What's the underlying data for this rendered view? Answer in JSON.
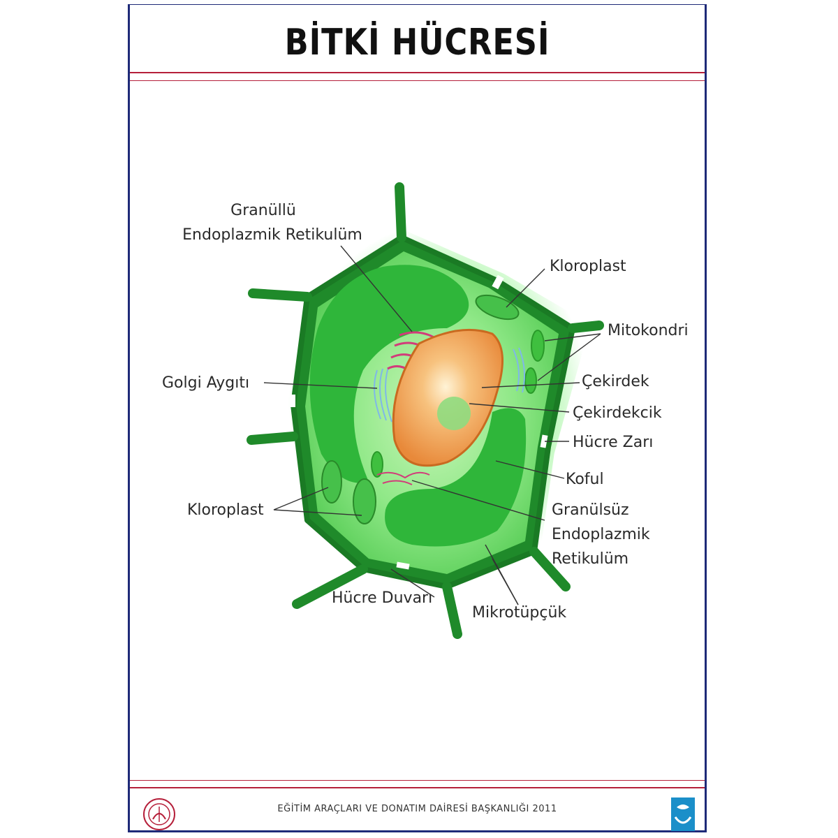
{
  "poster": {
    "title": "BİTKİ HÜCRESİ",
    "footer": "EĞİTİM ARAÇLARI VE DONATIM DAİRESİ BAŞKANLIĞI 2011"
  },
  "labels": {
    "granullu_1": "Granüllü",
    "granullu_2": "Endoplazmik Retikulüm",
    "kloroplast_right": "Kloroplast",
    "mitokondri": "Mitokondri",
    "golgi": "Golgi Aygıtı",
    "cekirdek": "Çekirdek",
    "cekirdekcik": "Çekirdekcik",
    "hucre_zari": "Hücre Zarı",
    "koful": "Koful",
    "granulsuz_1": "Granülsüz",
    "granulsuz_2": "Endoplazmik",
    "granulsuz_3": "Retikulüm",
    "kloroplast_left": "Kloroplast",
    "hucre_duvari": "Hücre Duvarı",
    "mikrotupcuk": "Mikrotüpçük"
  },
  "colors": {
    "frame": "#1e2a78",
    "rule": "#b51f3a",
    "cell_wall": "#1f8a2a",
    "cytoplasm": "#7fe07a",
    "vacuole": "#2fb63a",
    "nucleus": "#f0a050"
  },
  "icons": {
    "left_logo": "ministry-emblem-icon",
    "right_logo": "publisher-logo-icon"
  }
}
